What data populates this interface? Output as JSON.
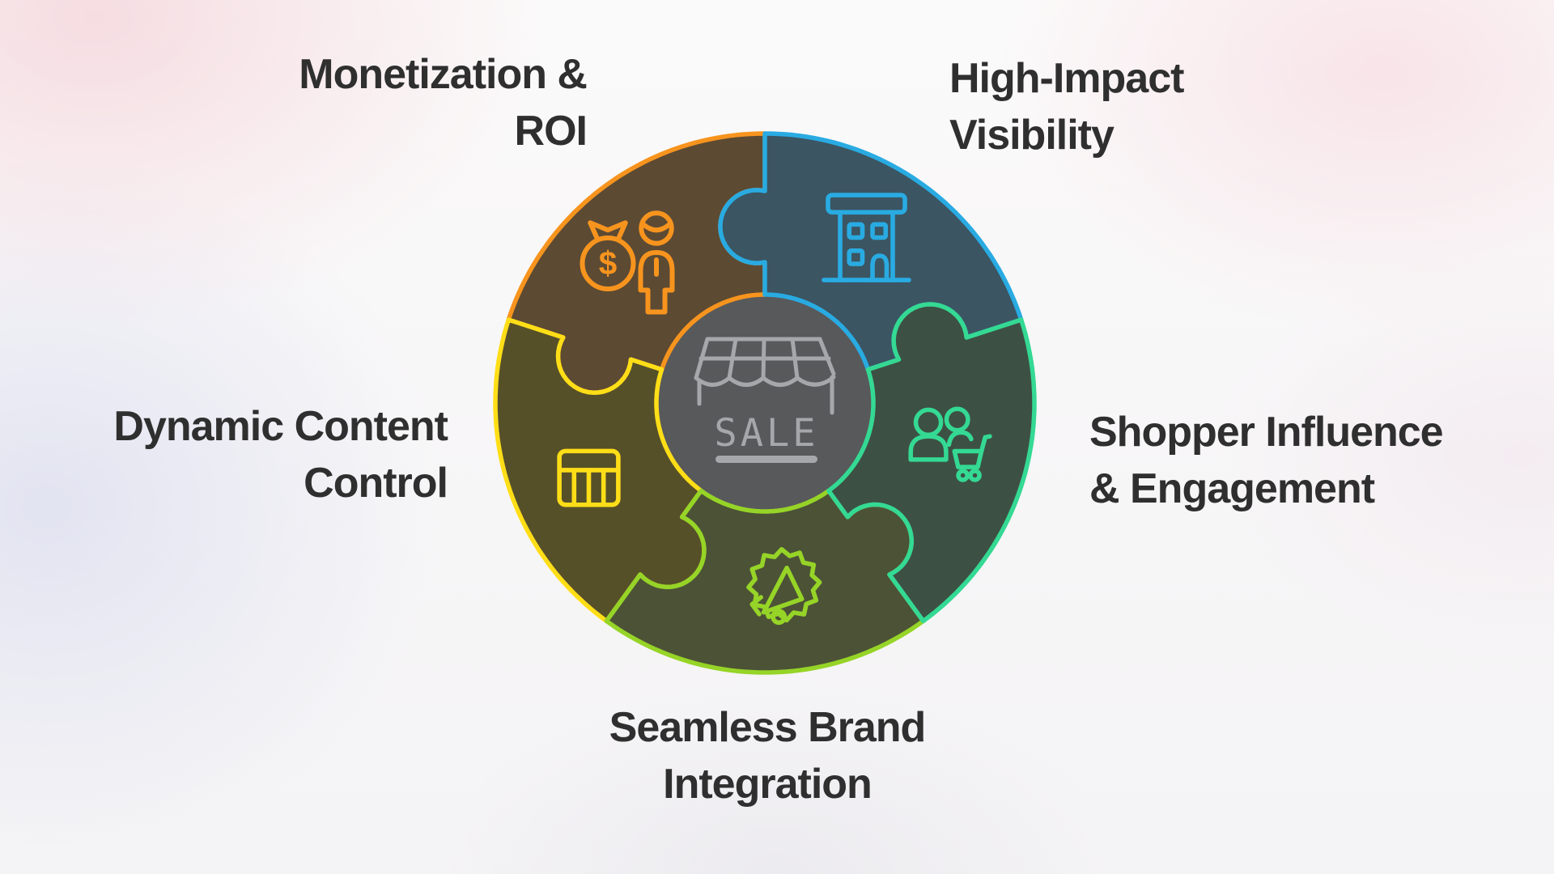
{
  "diagram": {
    "type": "circular-puzzle-infographic",
    "text_color": "#2F2F2F"
  },
  "center": {
    "sale_label": "SALE",
    "icon": "storefront-awning-icon",
    "circle_fill": "#58595B",
    "icon_color": "#A5A7AA"
  },
  "segments": [
    {
      "id": "monetization",
      "label": "Monetization & ROI",
      "label_lines": [
        "Monetization &",
        "ROI"
      ],
      "icon": "money-bag-person-icon",
      "line_color": "#F7941E",
      "fill_color": "#5C4A33",
      "angle_start": 90,
      "angle_end": 162
    },
    {
      "id": "visibility",
      "label": "High-Impact Visibility",
      "label_lines": [
        "High-Impact",
        "Visibility"
      ],
      "icon": "building-icon",
      "line_color": "#29ABE2",
      "fill_color": "#3B5562",
      "angle_start": 18,
      "angle_end": 90
    },
    {
      "id": "content",
      "label": "Dynamic Content Control",
      "label_lines": [
        "Dynamic Content",
        "Control"
      ],
      "icon": "content-table-icon",
      "line_color": "#FFDE17",
      "fill_color": "#565029",
      "angle_start": 162,
      "angle_end": 234
    },
    {
      "id": "brand",
      "label": "Seamless Brand Integration",
      "label_lines": [
        "Seamless Brand",
        "Integration"
      ],
      "icon": "megaphone-badge-icon",
      "line_color": "#96D427",
      "fill_color": "#4C5236",
      "angle_start": 234,
      "angle_end": 306
    },
    {
      "id": "shopper",
      "label": "Shopper Influence & Engagement",
      "label_lines": [
        "Shopper Influence",
        "& Engagement"
      ],
      "icon": "shoppers-cart-icon",
      "line_color": "#34D993",
      "fill_color": "#3D5044",
      "angle_start": 306,
      "angle_end": 378
    }
  ]
}
